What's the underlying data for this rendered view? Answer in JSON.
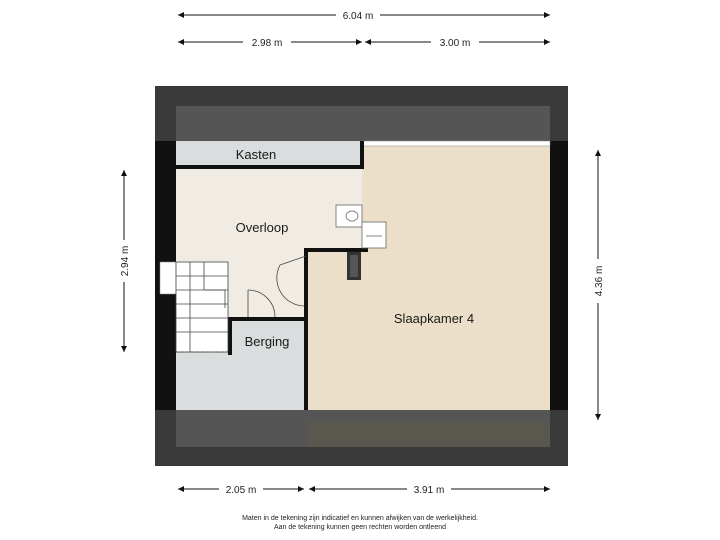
{
  "dimensions": {
    "top_total": "6.04 m",
    "top_left": "2.98 m",
    "top_right": "3.00 m",
    "bottom_left": "2.05 m",
    "bottom_right": "3.91 m",
    "left_height": "2.94 m",
    "right_height": "4.36 m"
  },
  "rooms": {
    "kasten": "Kasten",
    "overloop": "Overloop",
    "slaapkamer": "Slaapkamer 4",
    "berging": "Berging"
  },
  "disclaimer": {
    "line1": "Maten in de tekening zijn indicatief en kunnen afwijken van de werkelijkheid.",
    "line2": "Aan de tekening kunnen geen rechten worden ontleend"
  },
  "colors": {
    "wall": "#111111",
    "roof_slope": "#3a3a3a",
    "bedroom_floor": "#ecdfc9",
    "landing_floor": "#f1ece3",
    "storage_floor": "#d9ddde"
  }
}
